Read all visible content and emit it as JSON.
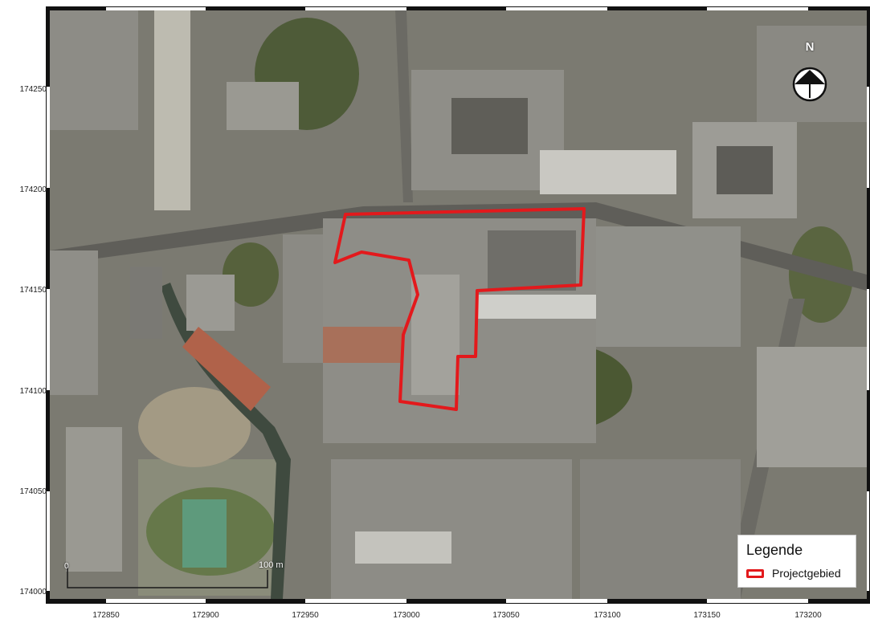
{
  "map": {
    "north_label": "N",
    "y_axis_labels": [
      "174250",
      "174200",
      "174150",
      "174100",
      "174050",
      "174000"
    ],
    "x_axis_labels": [
      "172850",
      "172900",
      "172950",
      "173000",
      "173050",
      "173100",
      "173150",
      "173200"
    ],
    "scalebar": {
      "start_label": "0",
      "end_label": "100 m"
    },
    "legend": {
      "title": "Legende",
      "items": [
        {
          "label": "Projectgebied",
          "color": "#e3191c"
        }
      ]
    },
    "colors": {
      "boundary": "#e3191c",
      "roof": "#8c8b86",
      "vegetation": "#4d5a36",
      "street": "#6d6c66",
      "tile_roof": "#b0624a"
    }
  }
}
